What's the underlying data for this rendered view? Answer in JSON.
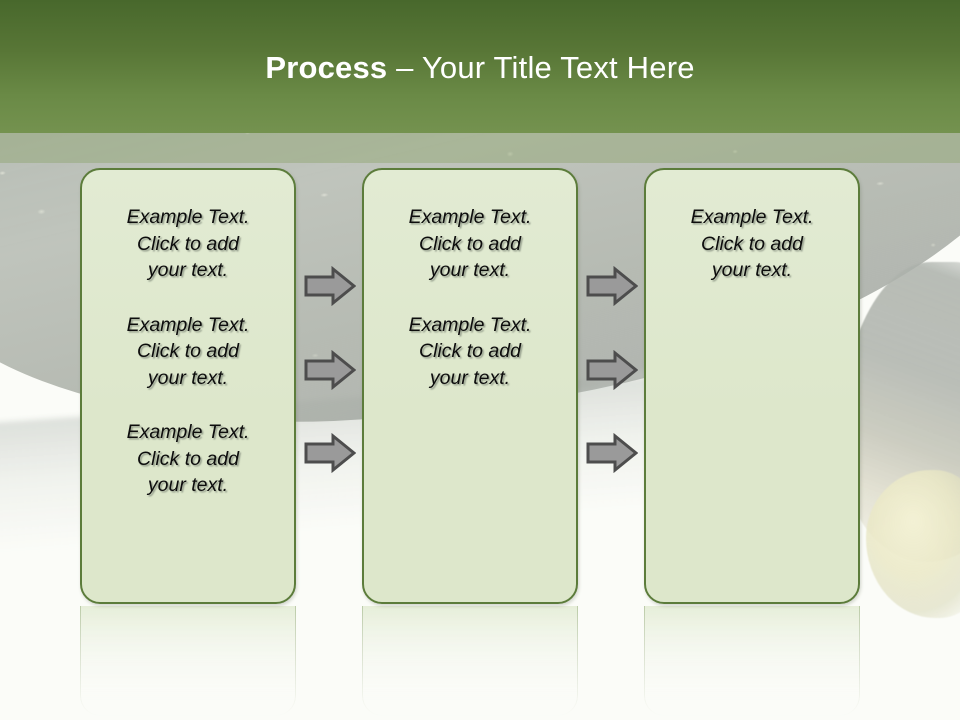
{
  "slide": {
    "title_strong": "Process",
    "title_rest": " – Your Title Text Here",
    "colors": {
      "header_top": "#48682c",
      "header_bottom": "#74924f",
      "band": "#8ba36a",
      "box_fill": "#dde7cb",
      "box_border": "#5c7c3b",
      "arrow_fill": "#9a9a9a",
      "arrow_outline": "#4d4d4d",
      "text": "#0d0d0d"
    }
  },
  "boxes": [
    {
      "id": "box-1",
      "paragraphs": [
        "Example Text.\nClick  to add\nyour text.",
        "Example Text.\nClick  to add\nyour text.",
        "Example Text.\nClick  to add\nyour text."
      ]
    },
    {
      "id": "box-2",
      "paragraphs": [
        "Example Text.\nClick  to add\nyour text.",
        "Example Text.\nClick  to add\nyour text."
      ]
    },
    {
      "id": "box-3",
      "paragraphs": [
        "Example Text.\nClick  to add\nyour text."
      ]
    }
  ],
  "arrows": {
    "icon": "arrow-right-icon",
    "groups": [
      {
        "name": "arrows-between-box-1-and-2",
        "count": 3
      },
      {
        "name": "arrows-between-box-2-and-3",
        "count": 3
      }
    ]
  },
  "background": {
    "description": "zucchini-photo-background"
  }
}
